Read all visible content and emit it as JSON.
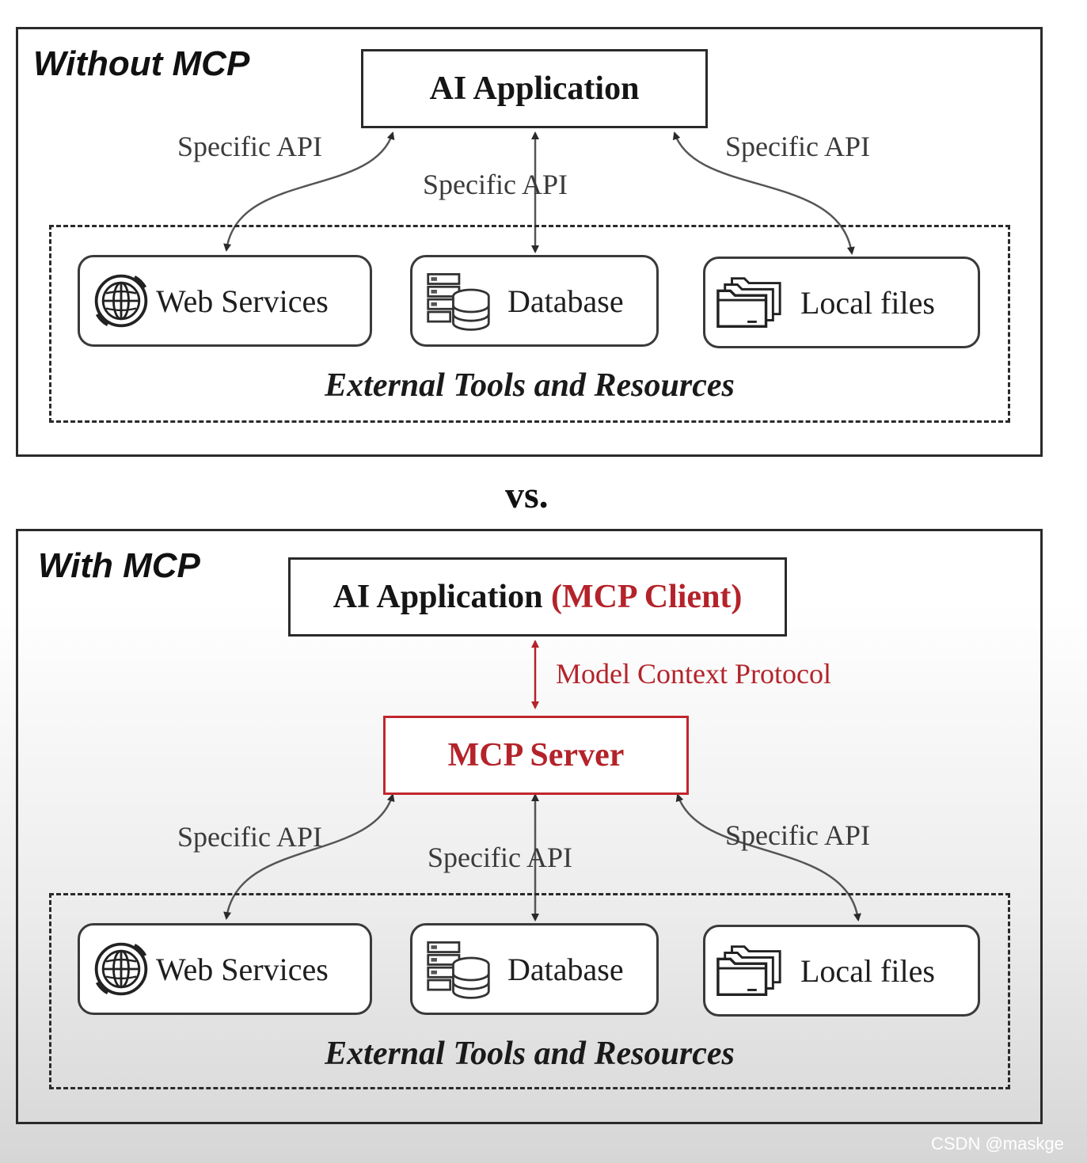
{
  "without": {
    "title": "Without MCP",
    "ai_app": "AI Application",
    "apis": [
      "Specific API",
      "Specific API",
      "Specific API"
    ],
    "resources": [
      {
        "label": "Web Services",
        "icon": "globe-icon"
      },
      {
        "label": "Database",
        "icon": "database-icon"
      },
      {
        "label": "Local files",
        "icon": "folder-icon"
      }
    ],
    "group_label": "External Tools and Resources"
  },
  "vs": "vs.",
  "with": {
    "title": "With MCP",
    "ai_app": "AI Application",
    "client_tag": "(MCP Client)",
    "protocol": "Model Context Protocol",
    "server": "MCP Server",
    "apis": [
      "Specific API",
      "Specific API",
      "Specific API"
    ],
    "resources": [
      {
        "label": "Web Services",
        "icon": "globe-icon"
      },
      {
        "label": "Database",
        "icon": "database-icon"
      },
      {
        "label": "Local files",
        "icon": "folder-icon"
      }
    ],
    "group_label": "External Tools and Resources"
  },
  "watermark": "CSDN @maskge",
  "colors": {
    "red": "#b4232a",
    "line": "#2a2a2a",
    "connector": "#555555"
  }
}
